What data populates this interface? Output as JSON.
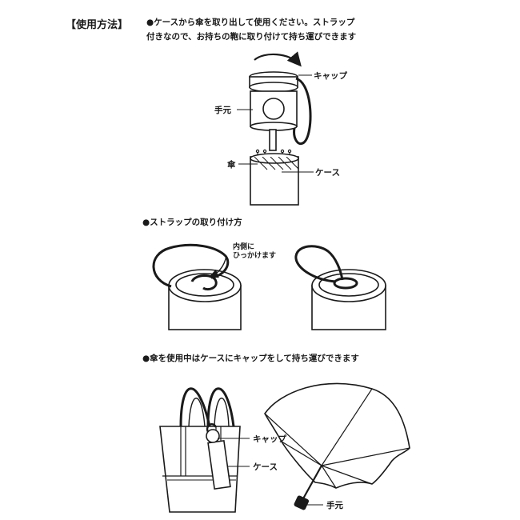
{
  "header": {
    "title": "【使用方法】"
  },
  "instructions": {
    "line1": "●ケースから傘を取り出して使用ください。ストラップ",
    "line2": "付きなので、お持ちの鞄に取り付けて持ち運びできます"
  },
  "diagram1": {
    "label_cap": "キャップ",
    "label_handle": "手元",
    "label_umbrella": "傘",
    "label_case": "ケース"
  },
  "section2": {
    "title": "●ストラップの取り付け方",
    "note_line1": "内側に",
    "note_line2": "ひっかけます"
  },
  "section3": {
    "title": "●傘を使用中はケースにキャップをして持ち運びできます",
    "label_cap": "キャップ",
    "label_case": "ケース",
    "label_handle": "手元"
  }
}
